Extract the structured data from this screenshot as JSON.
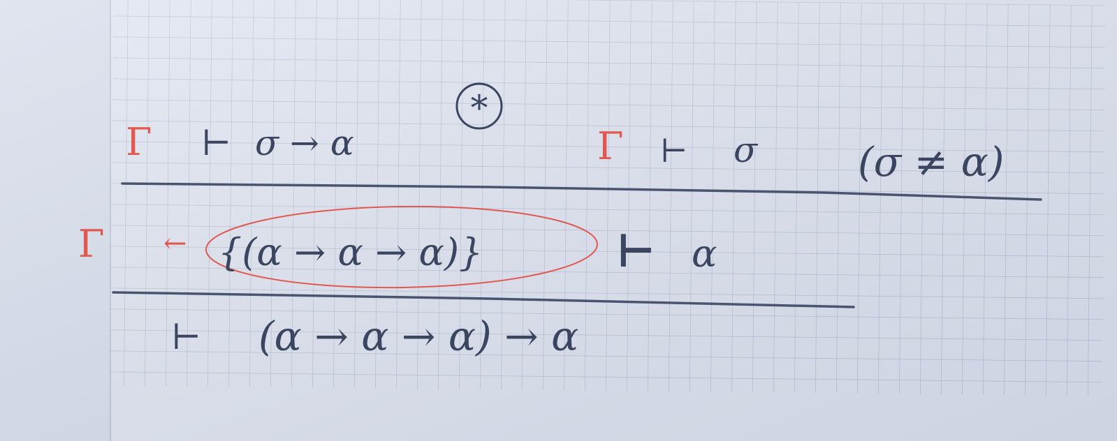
{
  "photo": {
    "kind": "handwritten notes on graph paper",
    "colors": {
      "paper": "#dfe4ef",
      "grid": "#aab6cc",
      "ink": "#3b4560",
      "red_ink": "#e0584f"
    }
  },
  "top_left_premise": {
    "gamma": "Γ",
    "turnstile": "⊢",
    "formula": "σ → α",
    "starred_mark": "*"
  },
  "top_right_premise": {
    "gamma": "Γ",
    "turnstile": "⊢",
    "formula": "σ",
    "side_condition": "(σ ≠ α)"
  },
  "middle_sequent": {
    "gamma": "Γ",
    "arrow": "←",
    "context": "{(α → α → α)}",
    "turnstile": "⊢",
    "formula": "α"
  },
  "conclusion": {
    "turnstile": "⊢",
    "formula": "(α → α → α) → α"
  }
}
